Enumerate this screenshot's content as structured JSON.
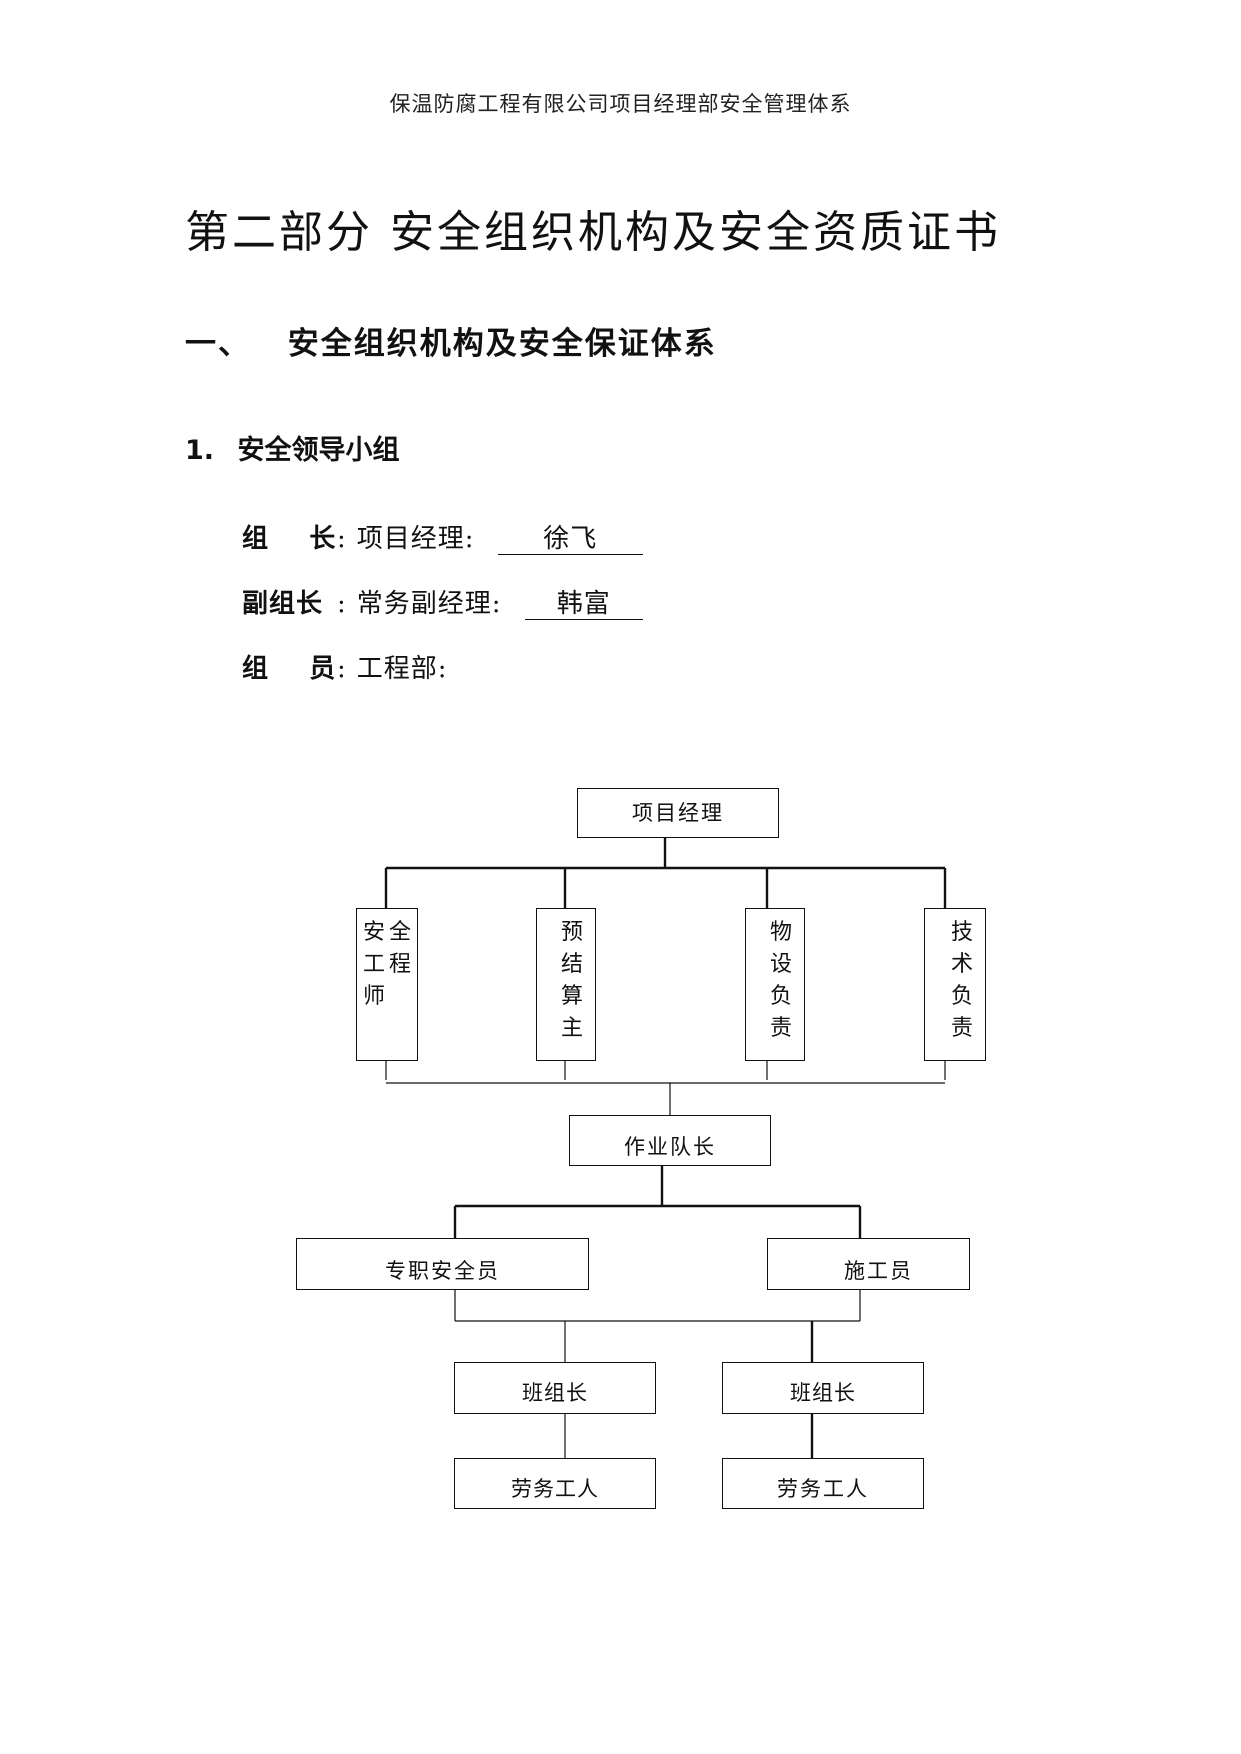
{
  "header": {
    "text": "保温防腐工程有限公司项目经理部安全管理体系"
  },
  "title": "第二部分  安全组织机构及安全资质证书",
  "section": {
    "number": "一、",
    "text": "安全组织机构及安全保证体系"
  },
  "subsection": {
    "number": "1.",
    "text": "安全领导小组"
  },
  "leaders": [
    {
      "label": "组    长",
      "role": "项目经理:",
      "name": "徐飞"
    },
    {
      "label": "副组长",
      "role": "常务副经理:",
      "name": "韩富"
    },
    {
      "label": "组    员",
      "role": "工程部:",
      "name": ""
    }
  ],
  "chart": {
    "top": "项目经理",
    "departments": [
      "安全\n工程\n师",
      "预\n结\n算\n主",
      "物\n设\n负\n责",
      "技\n术\n负\n责"
    ],
    "team_leader": "作业队长",
    "safety_officer": "专职安全员",
    "construction_officer": "施工员",
    "group_leader_1": "班组长",
    "group_leader_2": "班组长",
    "workers_1": "劳务工人",
    "workers_2": "劳务工人"
  }
}
